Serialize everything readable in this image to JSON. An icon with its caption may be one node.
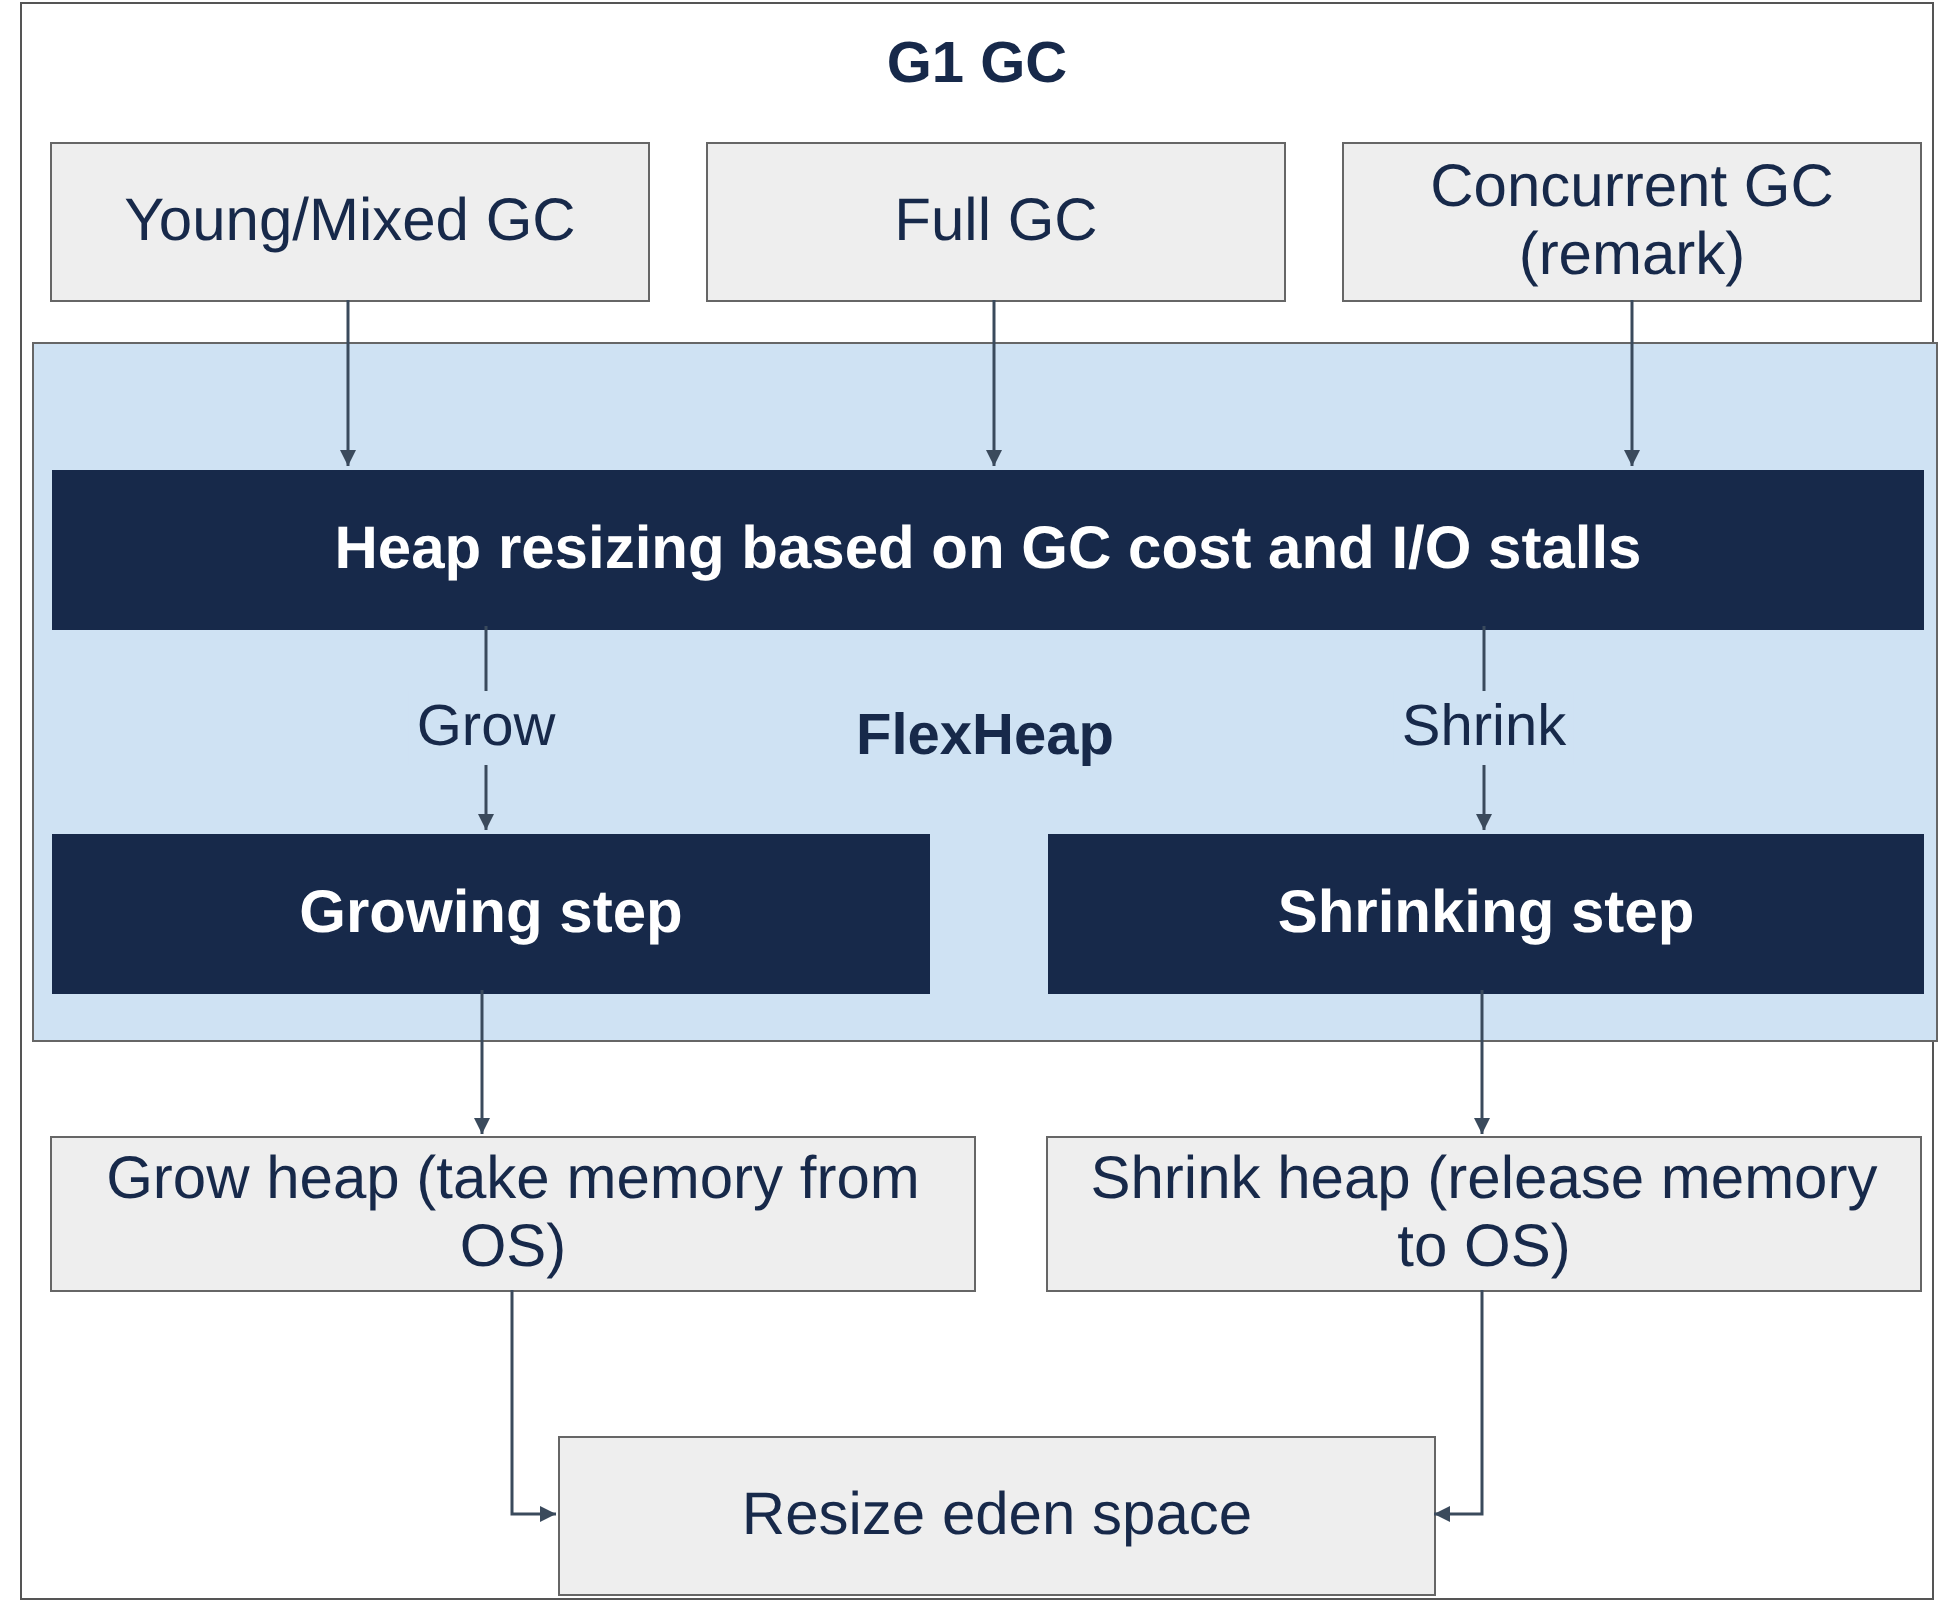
{
  "diagram": {
    "nodes": [
      {
        "text": [
          "G1 GC"
        ]
      },
      {
        "text": [
          "Young/Mixed GC"
        ],
        "in": 0
      },
      {
        "text": [
          "Full GC"
        ],
        "in": 0
      },
      {
        "text": [
          "Concurrent GC (remark)"
        ],
        "in": 0
      },
      {
        "text": [
          "FlexHeap"
        ],
        "in": 0
      },
      {
        "text": [
          "Heap resizing based on GC cost and I/O stalls"
        ],
        "in": 4
      },
      {
        "text": [
          "Growing step"
        ],
        "in": 4
      },
      {
        "text": [
          "Shrinking step"
        ],
        "in": 4
      },
      {
        "text": [
          "Grow heap (take memory from OS)"
        ],
        "in": 0
      },
      {
        "text": [
          "Shrink heap (release memory to OS)"
        ],
        "in": 0
      },
      {
        "text": [
          "Resize eden space"
        ],
        "in": 0
      }
    ],
    "edges": [
      {
        "from": 1,
        "to": 5,
        "arrow": "to"
      },
      {
        "from": 2,
        "to": 5,
        "arrow": "to"
      },
      {
        "from": 3,
        "to": 5,
        "arrow": "to"
      },
      {
        "from": 5,
        "to": 6,
        "arrow": "to",
        "label": "Grow"
      },
      {
        "from": 5,
        "to": 7,
        "arrow": "to",
        "label": "Shrink"
      },
      {
        "from": 6,
        "to": 8,
        "arrow": "to"
      },
      {
        "from": 7,
        "to": 9,
        "arrow": "to"
      },
      {
        "from": 8,
        "to": 10,
        "arrow": "to"
      },
      {
        "from": 9,
        "to": 10,
        "arrow": "to"
      }
    ]
  }
}
